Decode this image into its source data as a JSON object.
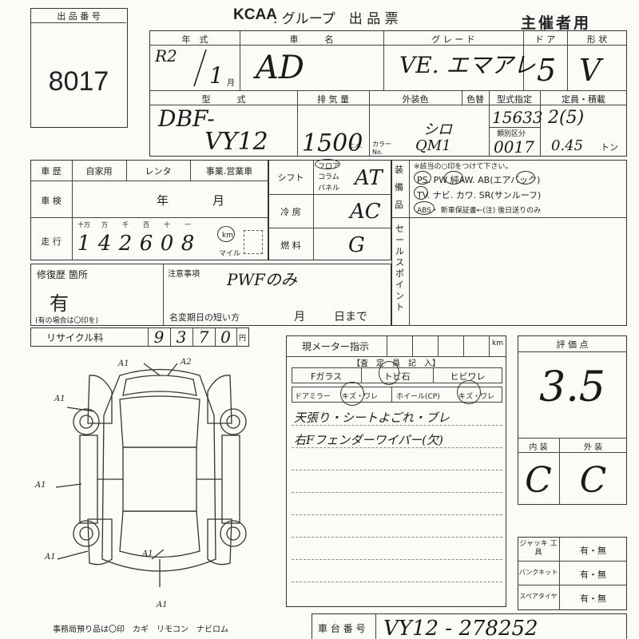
{
  "lot": {
    "label": "出 品 番 号",
    "number": "8017"
  },
  "header": {
    "brand": "KCAA",
    "title": ". グループ　出 品 票",
    "organizer": "主催者用"
  },
  "row1": {
    "year_label": "年　式",
    "name_label": "車　　　名",
    "grade_label": "グ レ ー ド",
    "door_label": "ド ア",
    "shape_label": "形 状",
    "era": "R2",
    "year": "1",
    "year_unit": "月",
    "name": "AD",
    "grade": "VE. エマアレ",
    "doors": "5",
    "shape": "V"
  },
  "row2": {
    "model_label": "型　　　式",
    "disp_label": "排 気 量",
    "ext_label": "外装色",
    "color_label": "色替",
    "type_label": "型式指定",
    "cap_label": "定員・積載",
    "model_l1": "DBF-",
    "model_l2": "VY12",
    "displacement": "1500",
    "cc": "c.c.",
    "ext_color": "シロ",
    "color_no_label": "カラー No.",
    "color_no": "QM1",
    "type_no": "15633",
    "class_label": "類別区分",
    "class_no": "0017",
    "capacity": "2(5)",
    "load": "0.45",
    "ton": "トン"
  },
  "history": {
    "label": "車 歴",
    "opt1": "自家用",
    "opt2": "レンタ",
    "opt3": "事業.営業車",
    "inspection_label": "車 検",
    "year_txt": "年",
    "month_txt": "月",
    "mileage_label": "走 行",
    "units": [
      "十万",
      "万",
      "千",
      "百",
      "十",
      "一"
    ],
    "digits": [
      "1",
      "4",
      "2",
      "6",
      "0",
      "8"
    ],
    "km": "km",
    "mile": "マイル"
  },
  "mid": {
    "shift_label": "シフト",
    "shift_opts": [
      "フロア",
      "コラム",
      "パネル"
    ],
    "shift": "AT",
    "ac_label": "冷 房",
    "ac": "AC",
    "fuel_label": "燃 料",
    "fuel": "G"
  },
  "equip": {
    "label": "装 備 品",
    "note": "※該当の○印をつけて下さい。",
    "line1": "PS. PW 純AW. AB(エアバック)",
    "line2": "TV. ナビ. カワ. SR(サンルーフ)",
    "line3": "ABS・ 新車保証書←(注) 後日送りのみ",
    "selling_label": "セールスポイント"
  },
  "repair": {
    "label": "修復歴 箇所",
    "value": "有",
    "note": "(有の場合は〇印を)",
    "notice_label": "注意事項",
    "notice": "PWFのみ",
    "rename_label": "名変期日の短い方",
    "month_txt": "月",
    "day_txt": "日まで"
  },
  "recycle": {
    "label": "リサイクル料",
    "digits": [
      "9",
      "3",
      "7",
      "0"
    ],
    "unit": "円"
  },
  "meter": {
    "label": "現メーター指示",
    "unit": "km"
  },
  "inspector": {
    "title": "【査　定　員　記　入】",
    "items": [
      "Fガラス",
      "トビ石",
      "ヒビワレ",
      "ドアミラー",
      "キズ・ワレ",
      "ホイール(CP)",
      "キズ・ワレ"
    ],
    "note1": "天張り・シートよごれ・ブレ",
    "note2": "右Fフェンダーワイパー(欠)"
  },
  "score": {
    "label": "評 価 点",
    "value": "3.5",
    "int_label": "内 装",
    "ext_label": "外 装",
    "int": "C",
    "ext": "C"
  },
  "tools": {
    "rows": [
      [
        "ジャッキ 工 具",
        "有・無"
      ],
      [
        "パンクキット",
        "有・無"
      ],
      [
        "スペアタイヤ",
        "有・無"
      ]
    ]
  },
  "diagram": {
    "marks": [
      "A1",
      "A2",
      "A1",
      "A1",
      "A1",
      "A1",
      "A1"
    ]
  },
  "footer": {
    "office": "事務局預り品は〇印　カギ　リモコン　ナビロム",
    "chassis_label": "車 台 番 号",
    "chassis": "VY12 - 278252"
  }
}
